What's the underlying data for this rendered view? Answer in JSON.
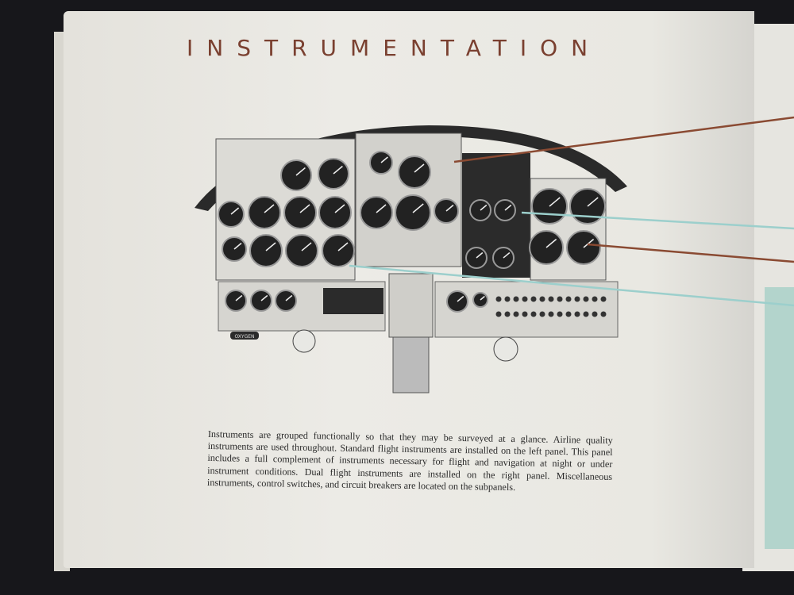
{
  "page": {
    "title": "INSTRUMENTATION",
    "body": "Instruments are grouped functionally so that they may be surveyed at a glance. Airline quality instruments are used throughout. Standard flight instruments are installed on the left panel. This panel includes a full complement of instruments necessary for flight and navigation at night or under instrument conditions. Dual flight instruments are installed on the right panel. Miscellaneous instruments, control switches, and circuit breakers are located on the subpanels."
  },
  "panel": {
    "oxygen_label": "OXYGEN"
  },
  "colors": {
    "title": "#7a4030",
    "callout_brown": "#8a4a32",
    "callout_teal": "#9ccfcc",
    "right_page_accent": "#b3d4cc"
  }
}
